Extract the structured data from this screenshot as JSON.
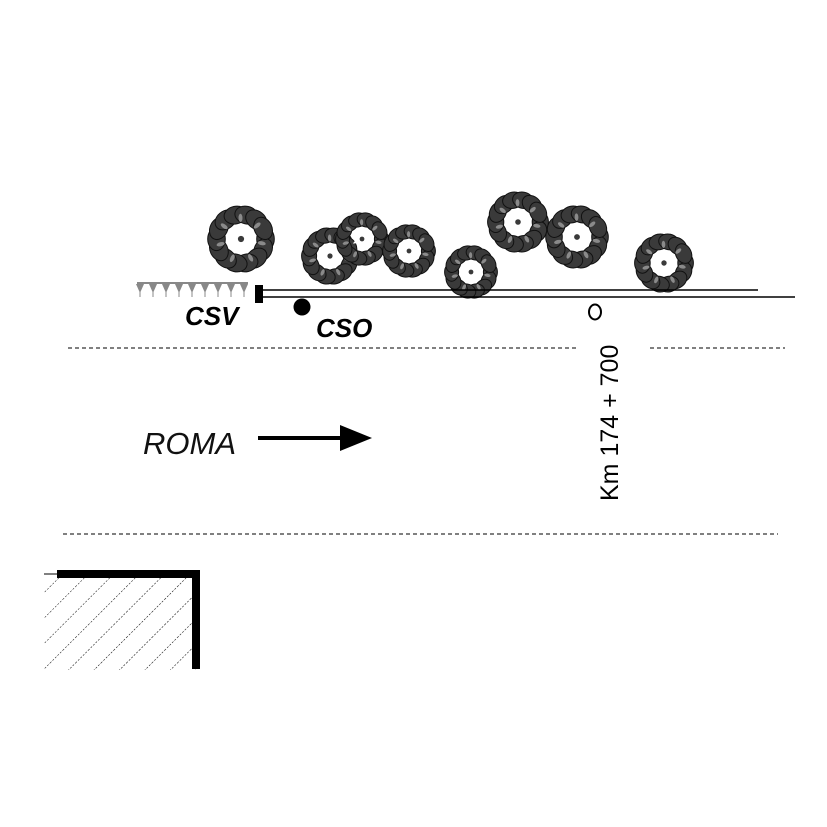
{
  "labels": {
    "csv": "CSV",
    "cso": "CSO",
    "direction": "ROMA",
    "chainage": "Km 174 + 700"
  },
  "colors": {
    "tree": "#3a3a3a",
    "tree_light": "#8a8a8a",
    "line": "#000000",
    "fence": "#888888"
  },
  "trees": [
    {
      "name": "tree-1"
    },
    {
      "name": "tree-2"
    },
    {
      "name": "tree-3"
    },
    {
      "name": "tree-4"
    },
    {
      "name": "tree-5"
    },
    {
      "name": "tree-6"
    },
    {
      "name": "tree-7"
    },
    {
      "name": "tree-8"
    }
  ]
}
